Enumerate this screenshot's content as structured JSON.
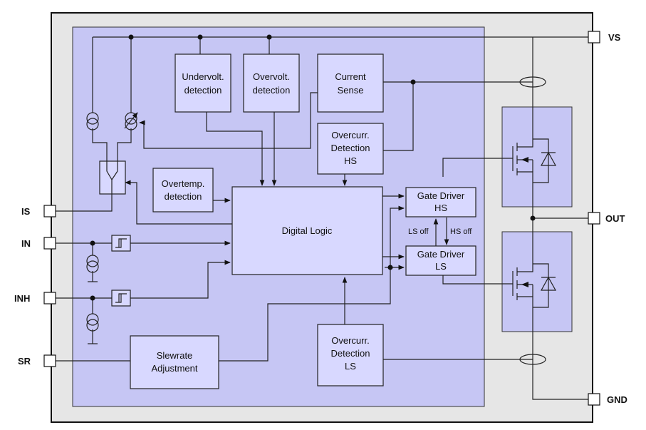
{
  "pins": {
    "vs": "VS",
    "out": "OUT",
    "gnd": "GND",
    "is": "IS",
    "in": "IN",
    "inh": "INH",
    "sr": "SR"
  },
  "blocks": {
    "undervolt": [
      "Undervolt.",
      "detection"
    ],
    "overvolt": [
      "Overvolt.",
      "detection"
    ],
    "current_sense": [
      "Current",
      "Sense"
    ],
    "overcurr_hs": [
      "Overcurr.",
      "Detection",
      "HS"
    ],
    "overtemp": [
      "Overtemp.",
      "detection"
    ],
    "digital_logic": "Digital Logic",
    "gate_driver_hs": [
      "Gate Driver",
      "HS"
    ],
    "gate_driver_ls": [
      "Gate Driver",
      "LS"
    ],
    "slewrate": [
      "Slewrate",
      "Adjustment"
    ],
    "overcurr_ls": [
      "Overcurr.",
      "Detection",
      "LS"
    ]
  },
  "labels": {
    "ls_off": "LS off",
    "hs_off": "HS off"
  },
  "colors": {
    "outer_fill": "#e6e6e6",
    "inner_fill": "#c6c6f4",
    "block_fill": "#d8d8ff"
  }
}
